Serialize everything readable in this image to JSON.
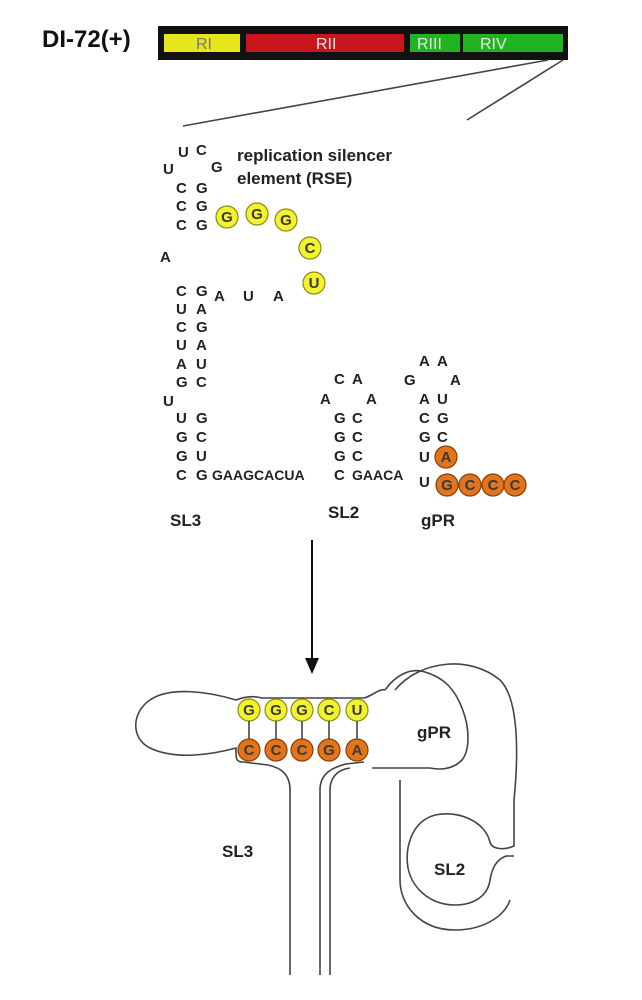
{
  "title": "DI-72(+)",
  "genome_bar": {
    "segments": [
      {
        "label": "RI",
        "color": "#e6e61a"
      },
      {
        "label": "RII",
        "color": "#c8161c"
      },
      {
        "label": "RIII",
        "color": "#22b322"
      },
      {
        "label": "RIV",
        "color": "#22b322"
      }
    ]
  },
  "rse_note": {
    "line1": "replication silencer",
    "line2": "element (RSE)"
  },
  "stem_labels": {
    "sl3": "SL3",
    "sl2": "SL2",
    "gpr": "gPR"
  },
  "sequences": {
    "linker_sl3_sl2": "GAAGCACUA",
    "linker_sl2_gpr": "GAACA",
    "bulge_aua": [
      "A",
      "U",
      "A"
    ]
  },
  "rse_bases": [
    "G",
    "G",
    "G",
    "C",
    "U"
  ],
  "gpr_bases": [
    "A",
    "G",
    "C",
    "C",
    "C"
  ],
  "duplex": {
    "top": [
      "G",
      "G",
      "G",
      "C",
      "U"
    ],
    "bottom": [
      "C",
      "C",
      "C",
      "G",
      "A"
    ]
  },
  "schematic_labels": {
    "sl3": "SL3",
    "sl2": "SL2",
    "gpr": "gPR"
  },
  "colors": {
    "rse": "#f2f230",
    "gpr": "#e2741c",
    "line": "#444444"
  }
}
